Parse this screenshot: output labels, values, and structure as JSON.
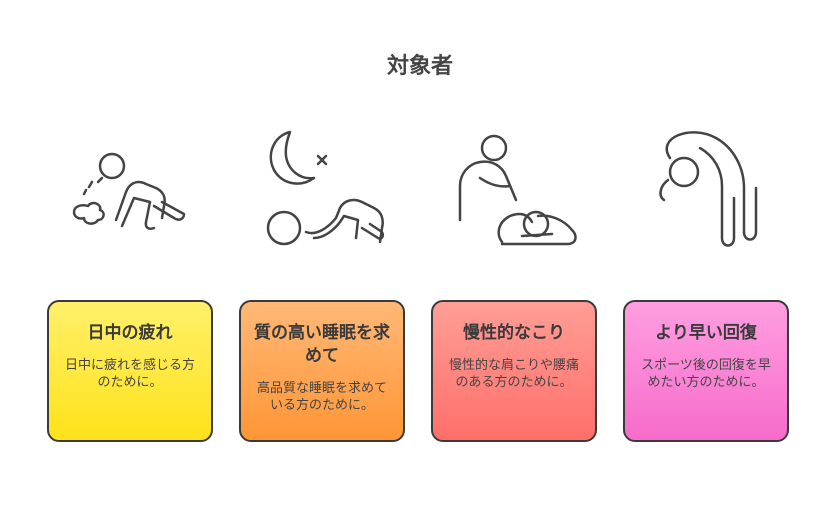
{
  "title": "対象者",
  "cards": [
    {
      "title": "日中の疲れ",
      "desc": "日中に疲れを感じる方のために。",
      "color_top": "#fff06a",
      "color_bottom": "#ffe21a",
      "icon": "crawling-tired-person-icon"
    },
    {
      "title": "質の高い睡眠を求めて",
      "desc": "高品質な睡眠を求めている方のために。",
      "color_top": "#ffb877",
      "color_bottom": "#ff9636",
      "icon": "moon-and-sleeping-person-icon"
    },
    {
      "title": "慢性的なこり",
      "desc": "慢性的な肩こりや腰痛のある方のために。",
      "color_top": "#ff9e96",
      "color_bottom": "#ff6f6a",
      "icon": "massage-person-icon"
    },
    {
      "title": "より早い回復",
      "desc": "スポーツ後の回復を早めたい方のために。",
      "color_top": "#ff9ee0",
      "color_bottom": "#f66ccb",
      "icon": "stretching-person-icon"
    }
  ]
}
